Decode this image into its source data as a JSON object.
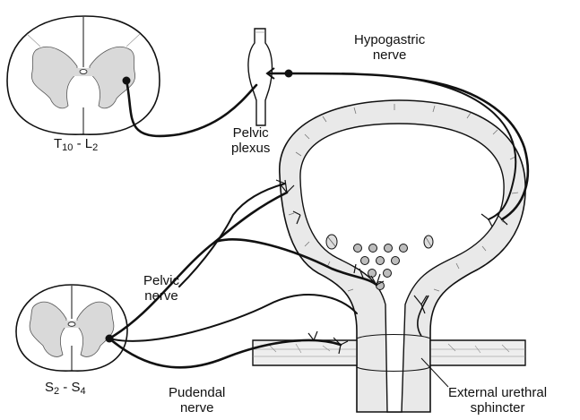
{
  "labels": {
    "hypogastric_nerve": [
      "Hypogastric",
      "nerve"
    ],
    "pelvic_plexus": [
      "Pelvic",
      "plexus"
    ],
    "pelvic_nerve": [
      "Pelvic",
      "nerve"
    ],
    "pudendal_nerve": [
      "Pudendal",
      "nerve"
    ],
    "external_urethral_sphincter": [
      "External urethral",
      "sphincter"
    ]
  },
  "segments": {
    "upper": {
      "a_main": "T",
      "a_sub": "10",
      "sep": " - ",
      "b_main": "L",
      "b_sub": "2"
    },
    "lower": {
      "a_main": "S",
      "a_sub": "2",
      "sep": " - ",
      "b_main": "S",
      "b_sub": "4"
    }
  },
  "colors": {
    "gray_matter": "#d9d9d9",
    "line": "#111111",
    "bladder_wall": "#e6e6e6"
  }
}
